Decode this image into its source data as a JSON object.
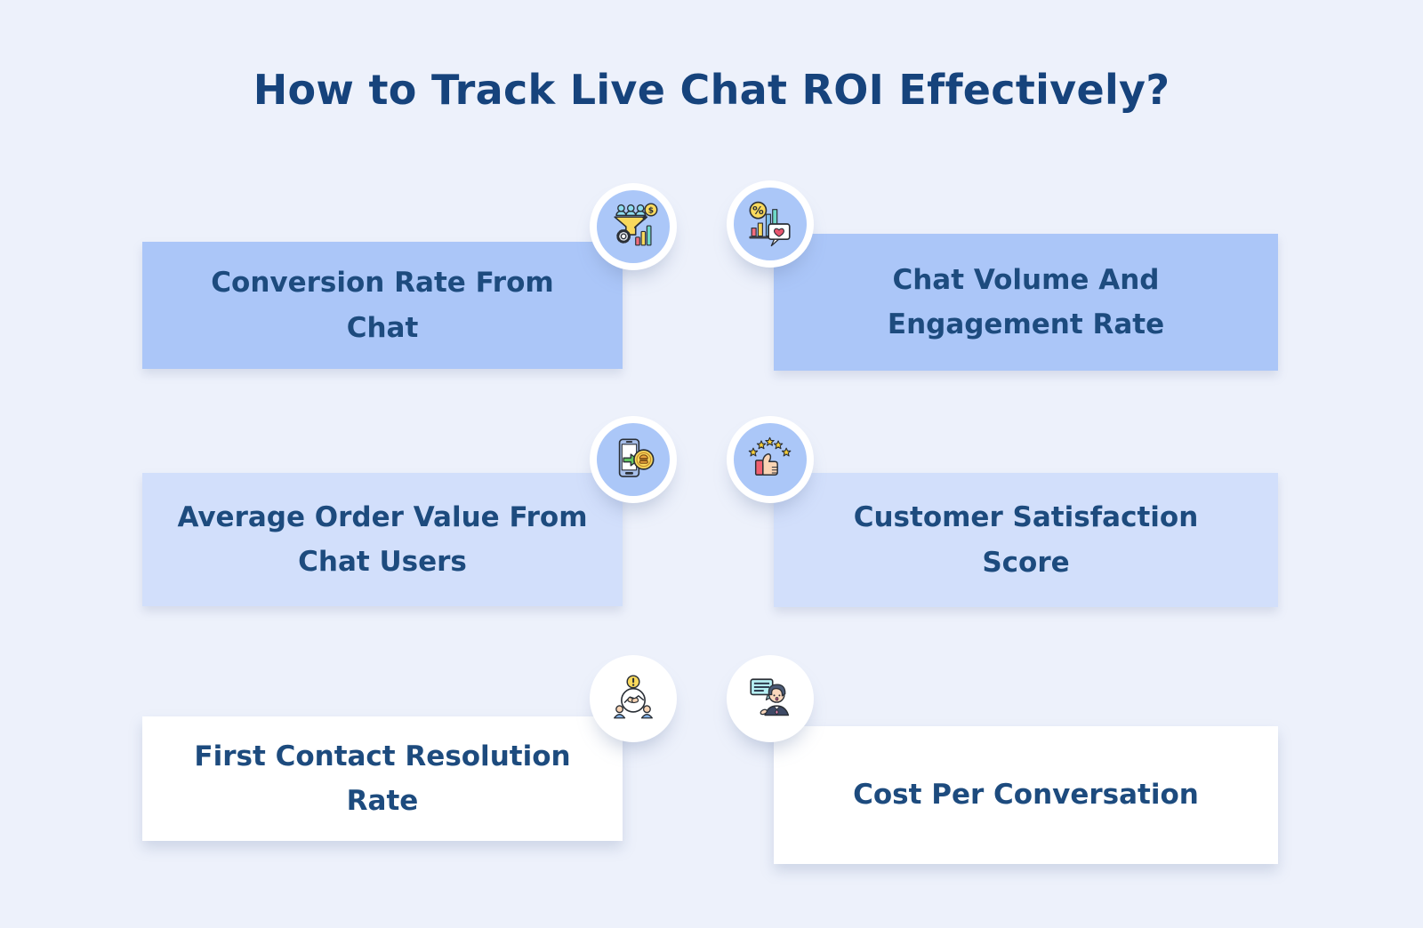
{
  "title": "How to Track Live Chat ROI Effectively?",
  "colors": {
    "bg": "#edf1fb",
    "title": "#16437c",
    "text": "#1d4b7e",
    "cardBlue": "#abc6f8",
    "cardLight": "#d2dffb",
    "cardWhite": "#ffffff",
    "circleBlue": "#abc7f8",
    "circleWhite": "#ffffff"
  },
  "cards": [
    {
      "label": "Conversion Rate From Chat",
      "lines": [
        "Conversion Rate From",
        "Chat"
      ],
      "icon": "conversion-funnel-icon",
      "style": "blue"
    },
    {
      "label": "Chat Volume And Engagement Rate",
      "lines": [
        "Chat Volume And",
        "Engagement Rate"
      ],
      "icon": "chat-volume-engagement-icon",
      "style": "blue"
    },
    {
      "label": "Average Order Value From Chat Users",
      "lines": [
        "Average Order Value From",
        "Chat Users"
      ],
      "icon": "average-order-value-icon",
      "style": "light"
    },
    {
      "label": "Customer Satisfaction Score",
      "lines": [
        "Customer Satisfaction",
        "Score"
      ],
      "icon": "customer-satisfaction-icon",
      "style": "light"
    },
    {
      "label": "First Contact Resolution Rate",
      "lines": [
        "First Contact Resolution",
        "Rate"
      ],
      "icon": "first-contact-resolution-icon",
      "style": "white"
    },
    {
      "label": "Cost Per Conversation",
      "lines": [
        "Cost Per Conversation"
      ],
      "icon": "cost-per-conversation-icon",
      "style": "white"
    }
  ]
}
